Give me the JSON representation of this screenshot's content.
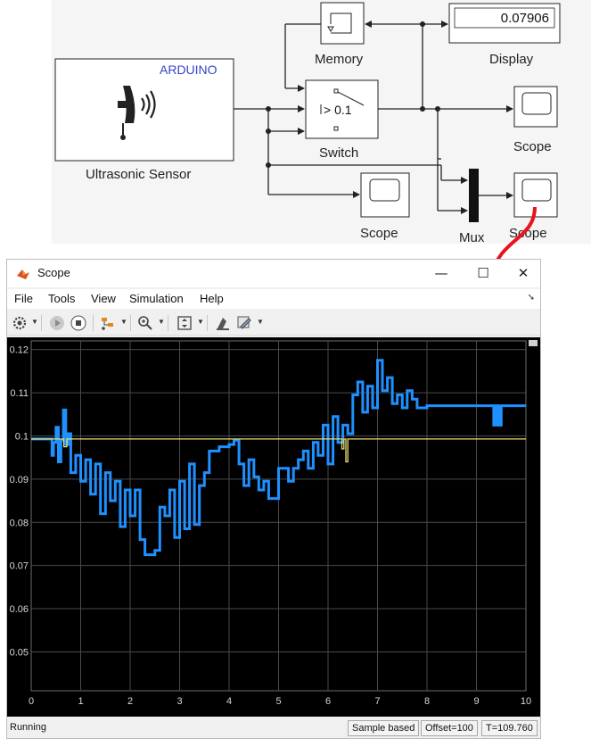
{
  "model": {
    "sensor_brand": "ARDUINO",
    "sensor_label": "Ultrasonic Sensor",
    "memory_label": "Memory",
    "display_label": "Display",
    "display_value": "0.07906",
    "switch_label": "Switch",
    "switch_threshold": "> 0.1",
    "scope_top_label": "Scope",
    "scope_bottom_label": "Scope",
    "scope_right_label": "Scope",
    "mux_label": "Mux"
  },
  "scope_window": {
    "title": "Scope",
    "controls": {
      "minimize": "—",
      "maximize": "☐",
      "close": "✕"
    },
    "menu": [
      "File",
      "Tools",
      "View",
      "Simulation",
      "Help"
    ],
    "toolbar": [
      "settings-icon",
      "run-icon",
      "stop-icon",
      "highlight-icon",
      "zoom-icon",
      "autoscale-icon",
      "write-icon",
      "style-icon"
    ],
    "status": {
      "state": "Running",
      "mode": "Sample based",
      "offset": "Offset=100",
      "time": "T=109.760"
    }
  },
  "chart_data": {
    "type": "line",
    "title": "",
    "xlabel": "",
    "ylabel": "",
    "xlim": [
      0,
      10
    ],
    "ylim": [
      0.041,
      0.122
    ],
    "xticks": [
      "0",
      "1",
      "2",
      "3",
      "4",
      "5",
      "6",
      "7",
      "8",
      "9",
      "10"
    ],
    "yticks": [
      "0.05",
      "0.06",
      "0.07",
      "0.08",
      "0.09",
      "0.1",
      "0.11",
      "0.12"
    ],
    "grid": true,
    "series": [
      {
        "color": "#1e90ff",
        "x": [
          0,
          0.35,
          0.42,
          0.45,
          0.5,
          0.55,
          0.6,
          0.65,
          0.7,
          0.75,
          0.8,
          0.9,
          1.0,
          1.1,
          1.2,
          1.3,
          1.4,
          1.5,
          1.6,
          1.7,
          1.8,
          1.9,
          2.0,
          2.1,
          2.2,
          2.3,
          2.4,
          2.5,
          2.6,
          2.7,
          2.8,
          2.9,
          3.0,
          3.1,
          3.2,
          3.3,
          3.4,
          3.5,
          3.6,
          3.7,
          3.8,
          3.9,
          4.0,
          4.1,
          4.2,
          4.3,
          4.4,
          4.5,
          4.6,
          4.7,
          4.8,
          4.9,
          5.0,
          5.1,
          5.2,
          5.3,
          5.4,
          5.5,
          5.6,
          5.7,
          5.8,
          5.9,
          6.0,
          6.1,
          6.2,
          6.3,
          6.4,
          6.5,
          6.6,
          6.7,
          6.8,
          6.9,
          7.0,
          7.1,
          7.2,
          7.3,
          7.4,
          7.5,
          7.6,
          7.7,
          7.8,
          8.0,
          8.5,
          9.0,
          9.3,
          9.35,
          9.4,
          9.45,
          9.5,
          9.7,
          10.0
        ],
        "y": [
          0.0993,
          0.0993,
          0.0955,
          0.0985,
          0.102,
          0.094,
          0.099,
          0.106,
          0.098,
          0.1005,
          0.0915,
          0.0955,
          0.0895,
          0.0945,
          0.0865,
          0.0935,
          0.082,
          0.0915,
          0.085,
          0.0895,
          0.079,
          0.0875,
          0.0815,
          0.0875,
          0.076,
          0.0725,
          0.0725,
          0.0735,
          0.0835,
          0.0815,
          0.0875,
          0.0765,
          0.0895,
          0.0785,
          0.0935,
          0.0795,
          0.0885,
          0.0915,
          0.0965,
          0.0965,
          0.0975,
          0.0975,
          0.098,
          0.099,
          0.0935,
          0.0885,
          0.0945,
          0.0905,
          0.0875,
          0.0895,
          0.0855,
          0.0855,
          0.0925,
          0.0925,
          0.0895,
          0.0925,
          0.0945,
          0.0965,
          0.0925,
          0.0985,
          0.0955,
          0.1025,
          0.0935,
          0.1045,
          0.0985,
          0.1025,
          0.1005,
          0.1095,
          0.1125,
          0.1055,
          0.1115,
          0.1065,
          0.1175,
          0.1105,
          0.1135,
          0.1075,
          0.1095,
          0.1065,
          0.1105,
          0.1085,
          0.1065,
          0.107,
          0.107,
          0.107,
          0.107,
          0.1025,
          0.107,
          0.1025,
          0.107,
          0.107,
          0.107
        ]
      },
      {
        "color": "#e9e070",
        "x": [
          0,
          0.65,
          0.66,
          0.7,
          0.72,
          1.0,
          5.8,
          6.2,
          6.28,
          6.32,
          6.36,
          6.4,
          7.0,
          10.0
        ],
        "y": [
          0.0993,
          0.0993,
          0.0975,
          0.0975,
          0.0993,
          0.0993,
          0.0993,
          0.0993,
          0.097,
          0.0993,
          0.094,
          0.0993,
          0.0993,
          0.0993
        ]
      }
    ]
  }
}
